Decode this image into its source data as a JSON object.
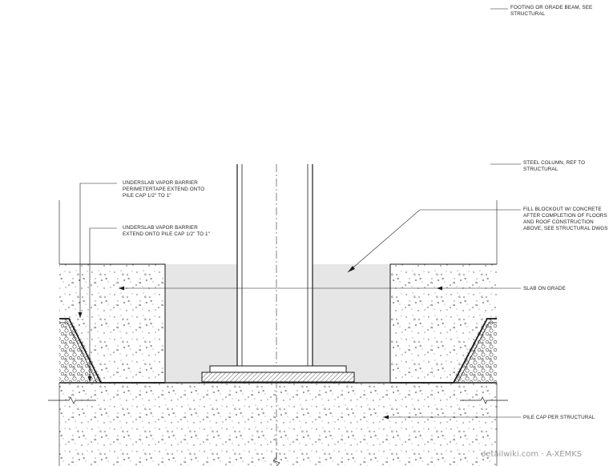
{
  "callouts": {
    "footing_beam": [
      "FOOTING OR GRADE BEAM, SEE",
      "STRUCTURAL"
    ],
    "steel_column": [
      "STEEL COLUMN, REF TO",
      "STRUCTURAL"
    ],
    "fill_blockout": [
      "FILL BLOCKOUT W/ CONCRETE",
      "AFTER COMPLETION OF FLOORS",
      "AND ROOF CONSTRUCTION",
      "ABOVE, SEE STRUCTURAL DWGS"
    ],
    "slab_on_grade": [
      "SLAB ON GRADE"
    ],
    "pile_cap": [
      "PILE CAP PER STRUCTURAL"
    ],
    "perimeter_tape": [
      "UNDERSLAB VAPOR BARRIER",
      "PERIMETERTAPE EXTEND ONTO",
      "PILE CAP 1/2\" TO 1\""
    ],
    "vapor_barrier": [
      "UNDERSLAB VAPOR BARRIER",
      "EXTEND ONTO PILE CAP 1/2\" TO 1\""
    ]
  },
  "watermark": "detailwiki.com · A-XEMKS",
  "colors": {
    "line": "#1a1a1a",
    "blockout_fill": "#e6e6e6",
    "stipple": "#555555",
    "watermark": "#9a9a9a"
  }
}
